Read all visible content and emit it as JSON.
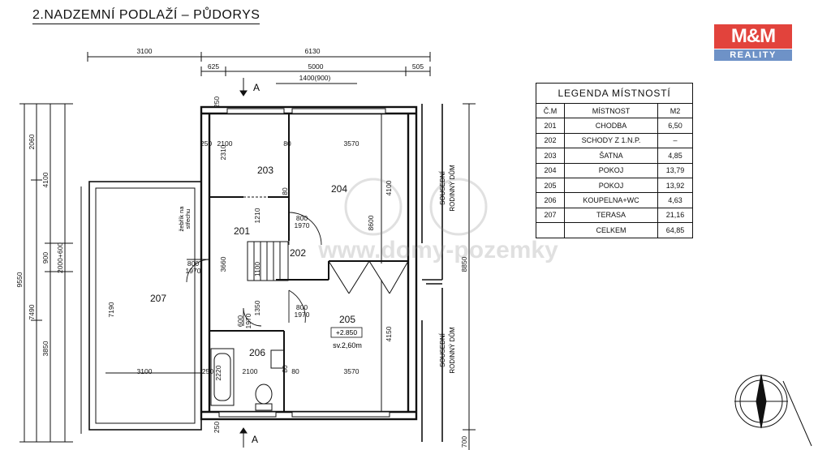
{
  "title": "2.NADZEMNÍ PODLAŽÍ – PŮDORYS",
  "logo": {
    "top": "M&M",
    "bottom": "REALITY",
    "colors": {
      "red": "#e2433c",
      "blue": "#6e92c7"
    }
  },
  "watermark": "www.domy-pozemky",
  "legend": {
    "title": "LEGENDA MÍSTNOSTÍ",
    "headers": [
      "Č.M",
      "MÍSTNOST",
      "M2"
    ],
    "rows": [
      [
        "201",
        "CHODBA",
        "6,50"
      ],
      [
        "202",
        "SCHODY Z 1.N.P.",
        "–"
      ],
      [
        "203",
        "ŠATNA",
        "4,85"
      ],
      [
        "204",
        "POKOJ",
        "13,79"
      ],
      [
        "205",
        "POKOJ",
        "13,92"
      ],
      [
        "206",
        "KOUPELNA+WC",
        "4,63"
      ],
      [
        "207",
        "TERASA",
        "21,16"
      ]
    ],
    "total_label": "CELKEM",
    "total_value": "64,85"
  },
  "plan": {
    "rooms": {
      "r201": "201",
      "r202": "202",
      "r203": "203",
      "r204": "204",
      "r205": "205",
      "r206": "206",
      "r207": "207"
    },
    "level_mark": "+2.850",
    "height_note": "sv.2,60m",
    "neighbor_label_1": "SOUSEDNÍ",
    "neighbor_label_2": "RODINNÝ DŮM",
    "ladder_1": "žebřík na",
    "ladder_2": "střechu",
    "section_mark": "A",
    "dims": {
      "top_3100": "3100",
      "top_6130": "6130",
      "top_625": "625",
      "top_5000": "5000",
      "top_505": "505",
      "top_1400": "1400(900)",
      "w2100a": "2100",
      "w80a": "80",
      "w3570a": "3570",
      "w2100b": "2100",
      "w80b": "80",
      "w3570b": "3570",
      "bot_3100": "3100",
      "s250a": "250",
      "s250b": "250",
      "s250c": "250",
      "s250d": "250",
      "door_800a": "800",
      "door_1970a": "1970",
      "door_800b": "800",
      "door_1970b": "1970",
      "door_800c": "800",
      "door_1970c": "1970",
      "door_600": "600",
      "door_1970d": "1970",
      "v2310": "2310",
      "v1210": "1210",
      "v3660": "3660",
      "v1100": "1100",
      "v1350": "1350",
      "v2220": "2220",
      "v4100a": "4100",
      "v8600": "8600",
      "v4150": "4150",
      "v8850": "8850",
      "v700": "700",
      "l2060": "2060",
      "l4100": "4100",
      "l9550": "9550",
      "l7490": "7490",
      "l900": "900",
      "l2000": "2000+600",
      "l3850": "3850",
      "l7190": "7190",
      "v80a": "80",
      "v80b": "80"
    }
  }
}
